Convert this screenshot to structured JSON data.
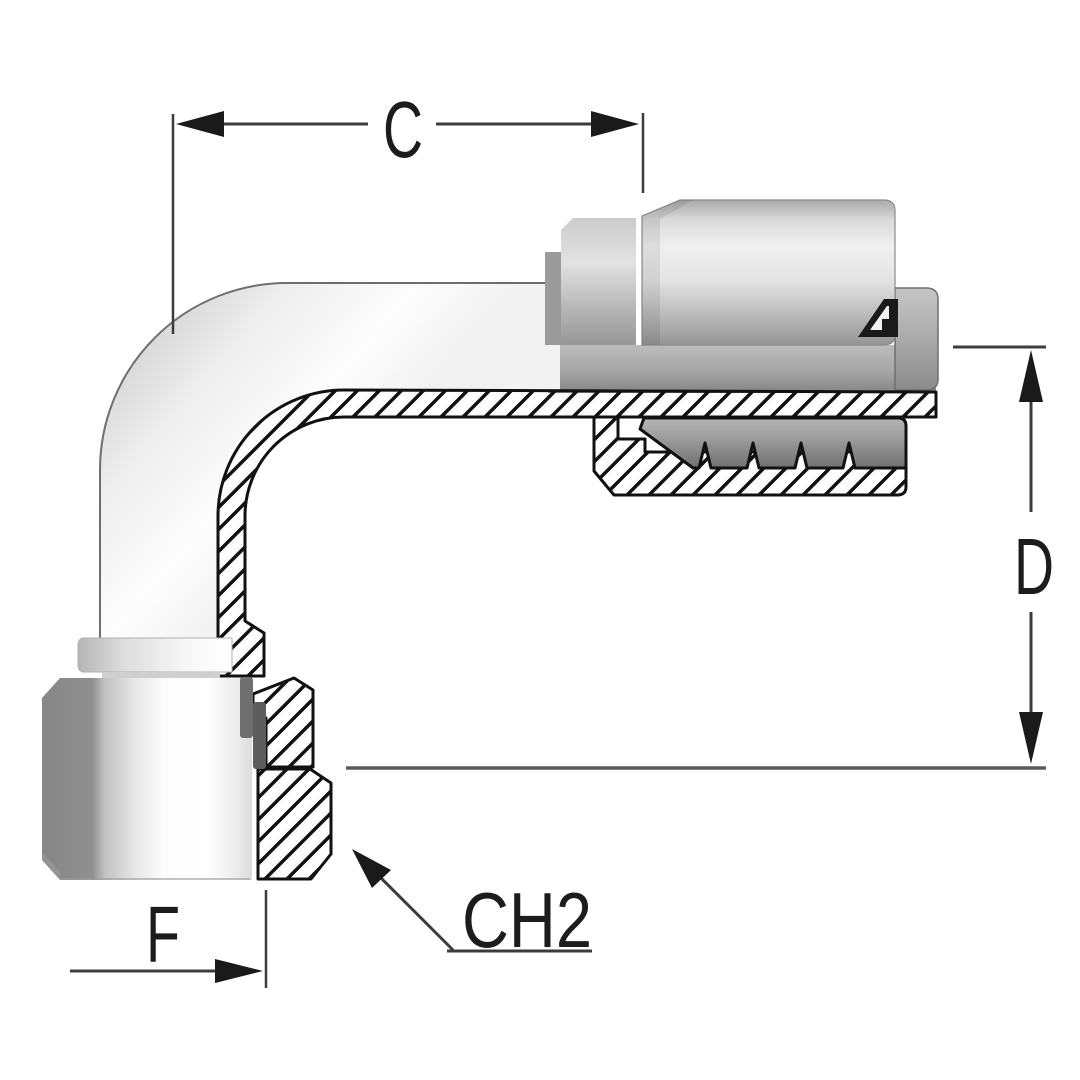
{
  "diagram": {
    "labels": {
      "c": "C",
      "d": "D",
      "f": "F",
      "ch2": "CH2"
    },
    "brand_logo": {
      "name": "manufacturer-logo",
      "glyph": "stylized-A triangle mark"
    },
    "colors": {
      "background": "#ffffff",
      "dimension_line": "#3c3c3c",
      "dimension_text": "#1c1c1c",
      "section_outline": "#111111",
      "hatch": "#111111",
      "metal_highlight": "#ffffff",
      "metal_light": "#efefef",
      "metal_mid": "#bdbdbd",
      "metal_dark": "#8a8a8a"
    }
  }
}
